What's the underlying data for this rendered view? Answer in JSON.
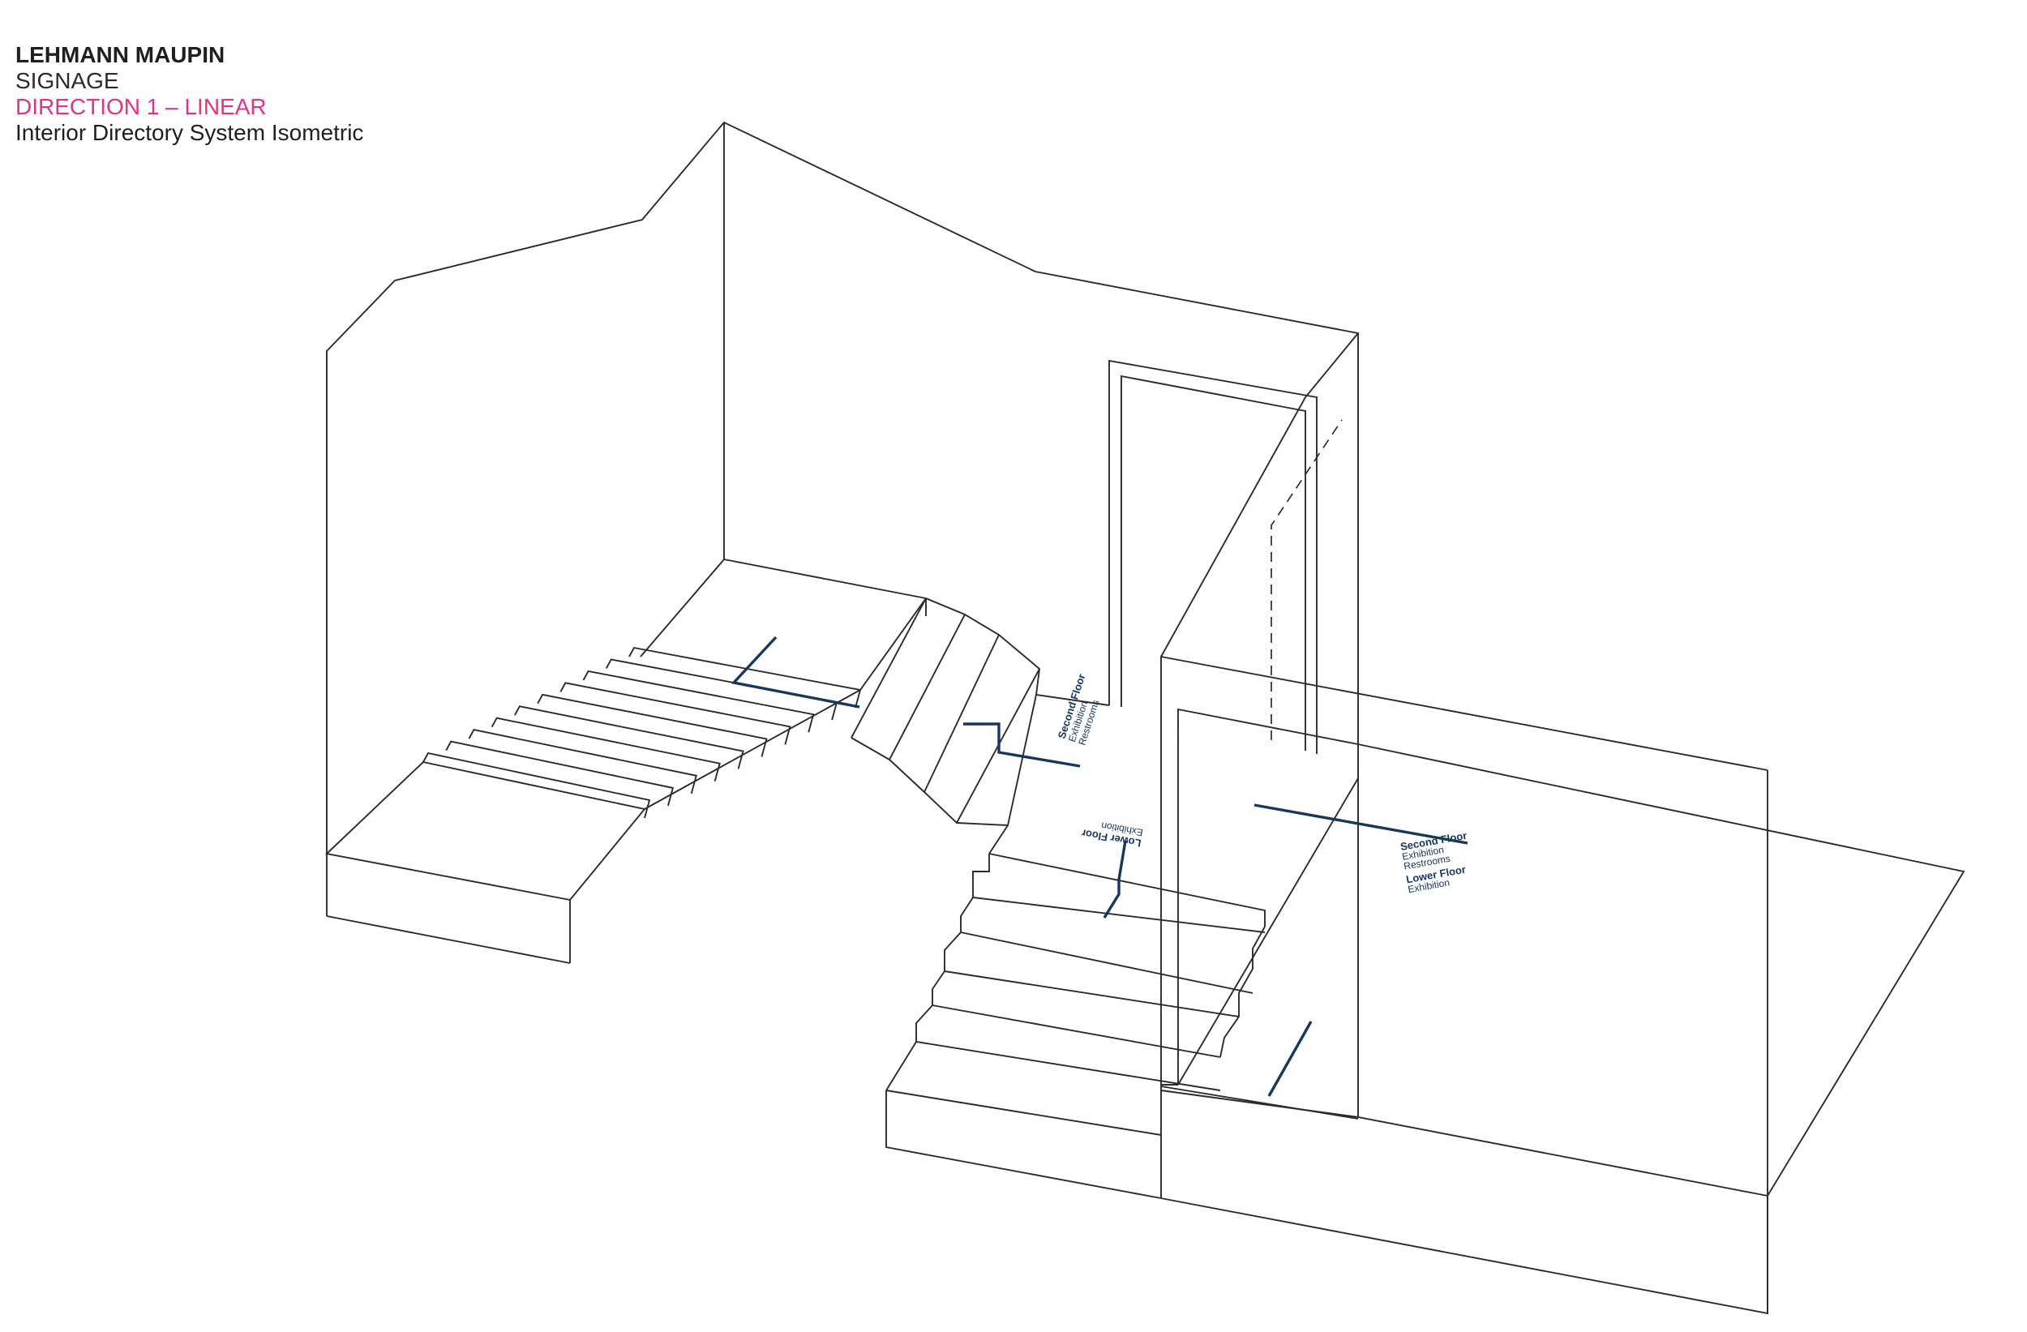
{
  "header": {
    "brand": "LEHMANN MAUPIN",
    "section": "SIGNAGE",
    "direction": "DIRECTION 1 – LINEAR",
    "subtitle": "Interior Directory System Isometric"
  },
  "signs": {
    "stair_sign": {
      "floor": "Second Floor",
      "line1": "Exhibition",
      "line2": "Restrooms"
    },
    "lower_sign": {
      "floor": "Lower Floor",
      "line1": "Exhibition"
    },
    "main_sign": {
      "floor1": "Second Floor",
      "floor1_line1": "Exhibition",
      "floor1_line2": "Restrooms",
      "floor2": "Lower Floor",
      "floor2_line1": "Exhibition"
    }
  },
  "colors": {
    "accent": "#e0338a",
    "sign": "#16375e",
    "line": "#2b2b2b"
  }
}
